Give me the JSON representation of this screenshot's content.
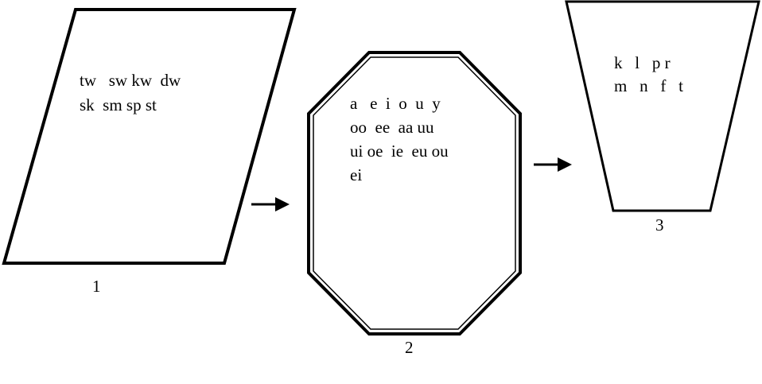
{
  "shapes": [
    {
      "kind": "parallelogram",
      "label": "1",
      "lines": [
        "tw   sw kw  dw",
        "sk  sm sp st"
      ]
    },
    {
      "kind": "octagon",
      "label": "2",
      "lines": [
        "a   e  i  o  u  y",
        "oo  ee  aa uu",
        "ui oe  ie  eu ou",
        "ei"
      ]
    },
    {
      "kind": "trapezoid",
      "label": "3",
      "lines": [
        "k   l   p r",
        "m   n   f   t"
      ]
    }
  ],
  "colors": {
    "stroke": "#000000",
    "background": "#ffffff"
  }
}
